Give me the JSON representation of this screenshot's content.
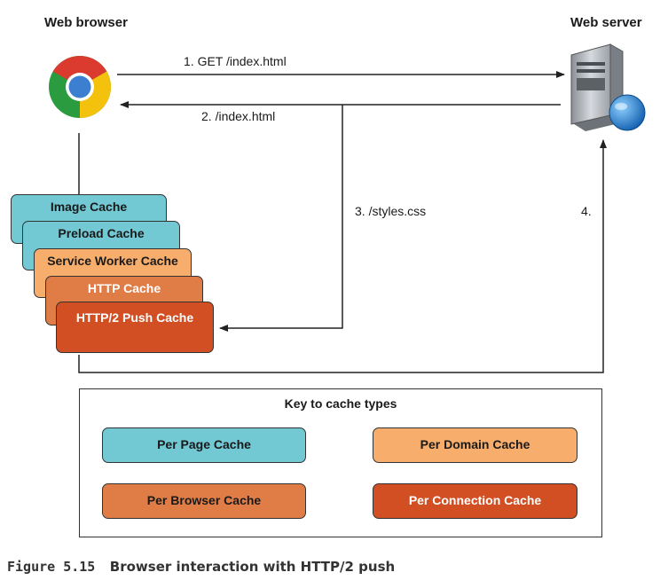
{
  "nodes": {
    "browser": "Web browser",
    "server": "Web server"
  },
  "arrows": {
    "get": "1. GET /index.html",
    "response": "2. /index.html",
    "styles": "3. /styles.css",
    "step4": "4."
  },
  "caches": [
    {
      "label": "Image Cache",
      "type": "Per Page Cache"
    },
    {
      "label": "Preload Cache",
      "type": "Per Page Cache"
    },
    {
      "label": "Service Worker Cache",
      "type": "Per Domain Cache"
    },
    {
      "label": "HTTP Cache",
      "type": "Per Browser Cache"
    },
    {
      "label": "HTTP/2 Push Cache",
      "type": "Per Connection Cache"
    }
  ],
  "key": {
    "title": "Key to cache types",
    "items": [
      "Per Page Cache",
      "Per Domain Cache",
      "Per Browser Cache",
      "Per Connection Cache"
    ]
  },
  "colors": {
    "per_page": "#72c8d3",
    "per_domain": "#f7ad6c",
    "per_browser": "#e07d47",
    "per_connection": "#d24f23"
  },
  "caption": {
    "figure": "Figure 5.15",
    "text": "Browser interaction with HTTP/2 push"
  }
}
